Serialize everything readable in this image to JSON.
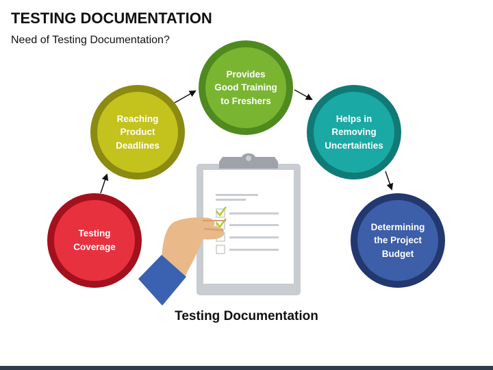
{
  "title": "TESTING DOCUMENTATION",
  "subtitle": "Need of Testing Documentation?",
  "caption": "Testing Documentation",
  "steps": [
    {
      "label": "Testing\nCoverage",
      "color": "#e8313f",
      "ring": "#a3111d"
    },
    {
      "label": "Reaching\nProduct\nDeadlines",
      "color": "#c4c21c",
      "ring": "#8b8a11"
    },
    {
      "label": "Provides\nGood Training\nto Freshers",
      "color": "#7ab532",
      "ring": "#4f8a1f"
    },
    {
      "label": "Helps in\nRemoving\nUncertainties",
      "color": "#1aa9a5",
      "ring": "#107a77"
    },
    {
      "label": "Determining\nthe Project\nBudget",
      "color": "#3d5ea8",
      "ring": "#22386e"
    }
  ],
  "colors": {
    "arrow": "#111111",
    "clipboard": "#c9ccd1",
    "paper": "#ffffff",
    "check": "#b7c91f",
    "sleeve": "#3a62b1",
    "skin": "#e9b98a"
  }
}
